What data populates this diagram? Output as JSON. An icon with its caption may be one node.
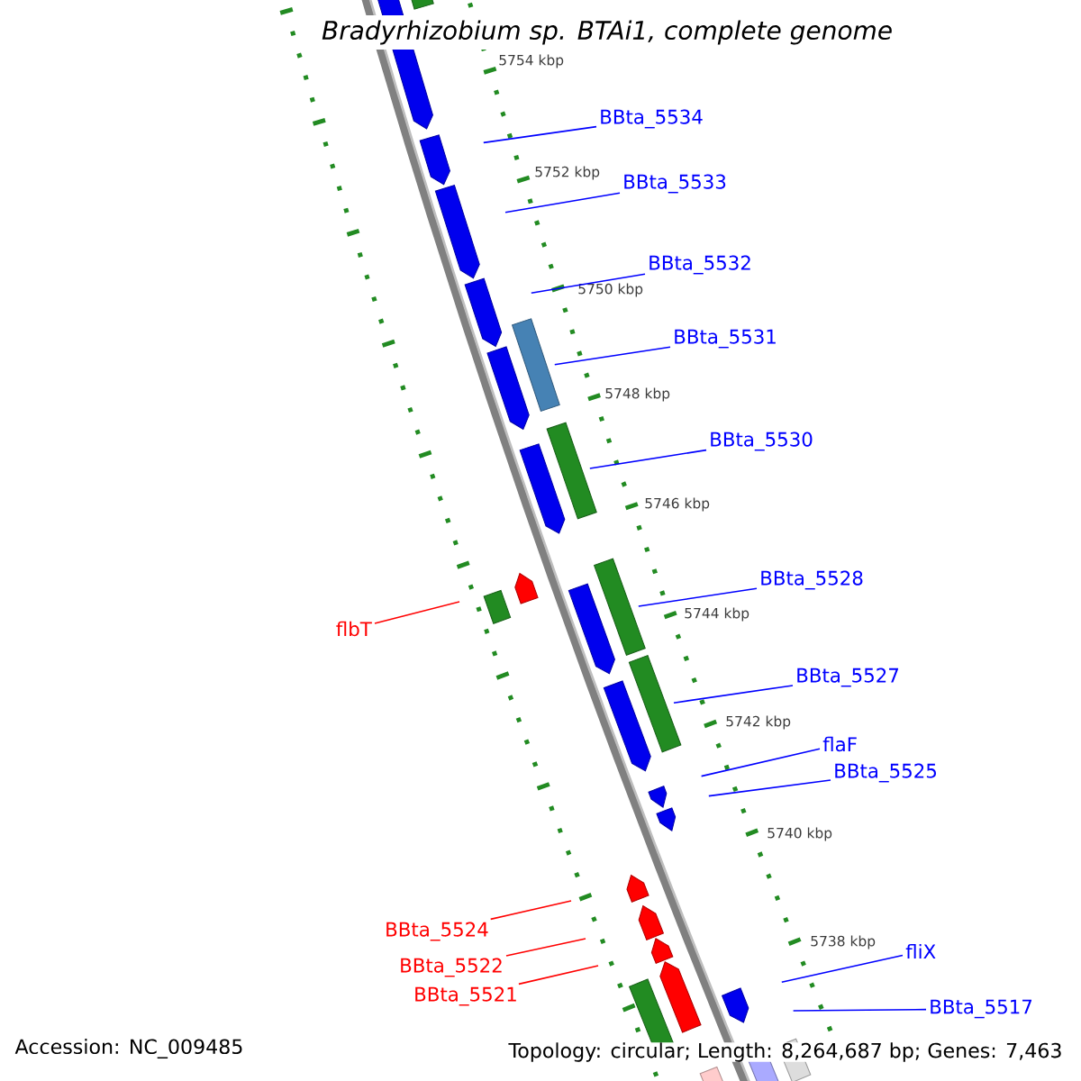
{
  "diagram": {
    "title": "Bradyrhizobium sp. BTAi1, complete genome",
    "nodes": [
      {
        "text": [
          "BBta_5534"
        ]
      },
      {
        "text": [
          "BBta_5533"
        ]
      },
      {
        "text": [
          "BBta_5532"
        ]
      },
      {
        "text": [
          "BBta_5531"
        ]
      },
      {
        "text": [
          "BBta_5530"
        ]
      },
      {
        "text": [
          "BBta_5528"
        ]
      },
      {
        "text": [
          "BBta_5527"
        ]
      },
      {
        "text": [
          "flaF"
        ]
      },
      {
        "text": [
          "BBta_5525"
        ]
      },
      {
        "text": [
          "fliX"
        ]
      },
      {
        "text": [
          "BBta_5517"
        ]
      },
      {
        "text": [
          "flbT"
        ]
      },
      {
        "text": [
          "BBta_5524"
        ]
      },
      {
        "text": [
          "BBta_5522"
        ]
      },
      {
        "text": [
          "BBta_5521"
        ]
      }
    ],
    "edges": [
      {
        "from": 0,
        "to": null,
        "arrow": "none"
      },
      {
        "from": 1,
        "to": null,
        "arrow": "none"
      },
      {
        "from": 2,
        "to": null,
        "arrow": "none"
      },
      {
        "from": 3,
        "to": null,
        "arrow": "none"
      },
      {
        "from": 4,
        "to": null,
        "arrow": "none"
      },
      {
        "from": 5,
        "to": null,
        "arrow": "none"
      },
      {
        "from": 6,
        "to": null,
        "arrow": "none"
      },
      {
        "from": 7,
        "to": null,
        "arrow": "none"
      },
      {
        "from": 8,
        "to": null,
        "arrow": "none"
      },
      {
        "from": 9,
        "to": null,
        "arrow": "none"
      },
      {
        "from": 10,
        "to": null,
        "arrow": "none"
      },
      {
        "from": 11,
        "to": null,
        "arrow": "none",
        "color": "#ff0000"
      },
      {
        "from": 12,
        "to": null,
        "arrow": "none",
        "color": "#ff0000"
      },
      {
        "from": 13,
        "to": null,
        "arrow": "none",
        "color": "#ff0000"
      },
      {
        "from": 14,
        "to": null,
        "arrow": "none",
        "color": "#ff0000"
      }
    ],
    "labels": [
      "5754 kbp",
      "5752 kbp",
      "5750 kbp",
      "5748 kbp",
      "5746 kbp",
      "5744 kbp",
      "5742 kbp",
      "5740 kbp",
      "5738 kbp",
      "Accession: NC_009485",
      "Topology: circular; Length: 8,264,687 bp; Genes: 7,463"
    ]
  }
}
